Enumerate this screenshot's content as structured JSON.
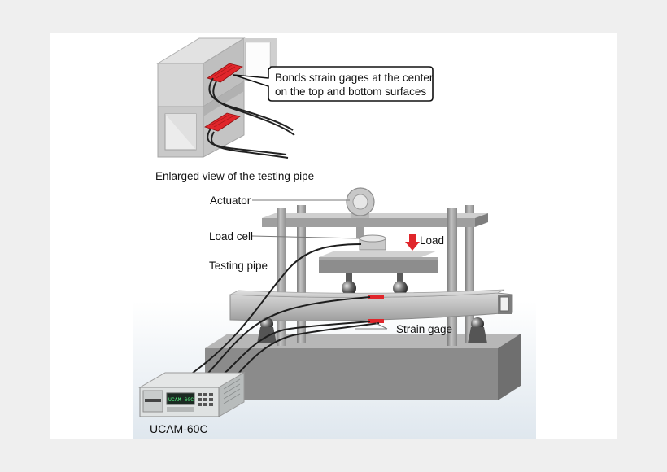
{
  "callout": {
    "line1": "Bonds strain gages at the center",
    "line2": "on the top and bottom surfaces"
  },
  "caption": "Enlarged view of the testing pipe",
  "labels": {
    "actuator": "Actuator",
    "load_cell": "Load cell",
    "testing_pipe": "Testing pipe",
    "load": "Load",
    "strain_gage": "Strain gage",
    "device": "UCAM-60C"
  },
  "device_display": "UCAM-60C",
  "colors": {
    "strain_gage": "#e0262b",
    "load_arrow": "#e0262b",
    "frame_gray": "#9a9a9a",
    "base_gray": "#8b8b8b",
    "background_tint": "#dfe7ee"
  }
}
